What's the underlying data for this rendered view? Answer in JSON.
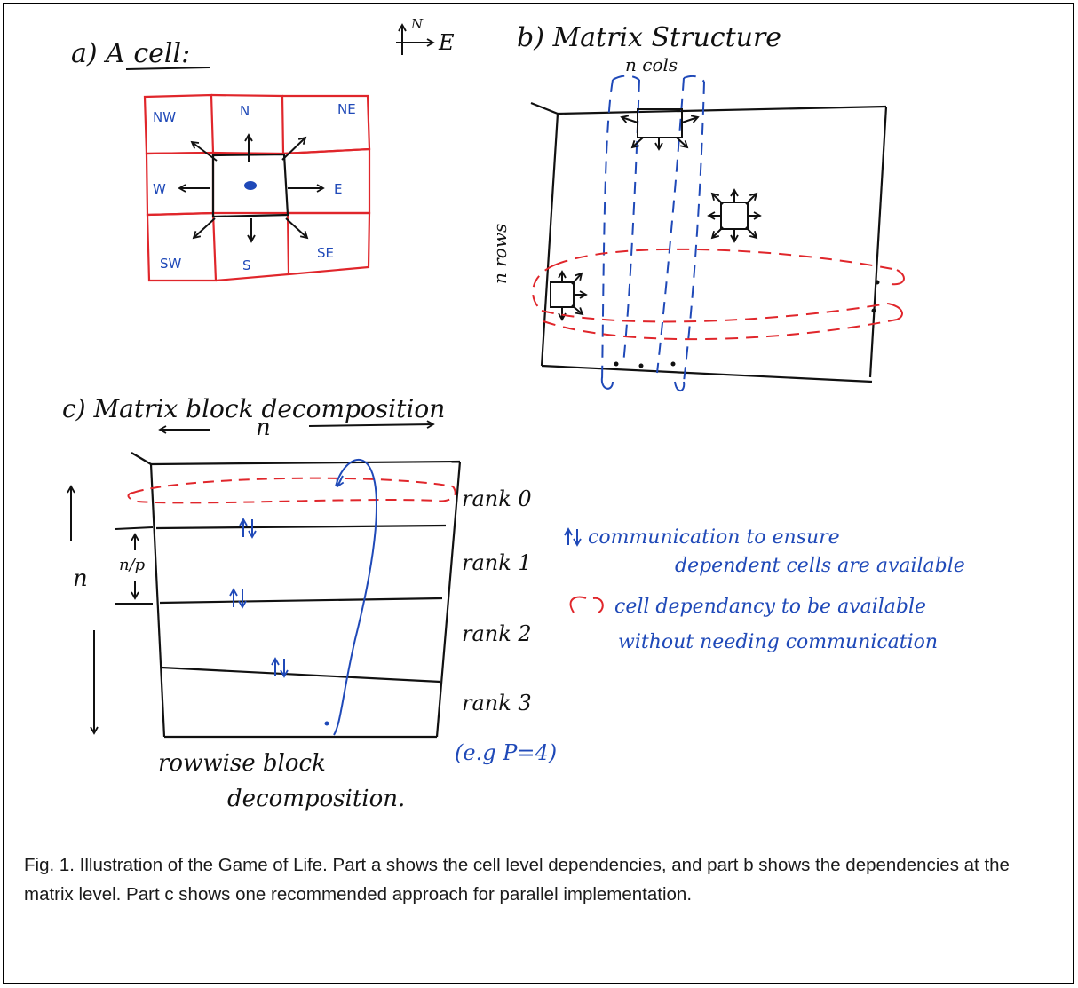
{
  "colors": {
    "ink_black": "#111111",
    "ink_blue": "#1f49b8",
    "ink_red": "#e0262b"
  },
  "compass": {
    "north": "N",
    "east": "E"
  },
  "part_a": {
    "title": "a) A cell:",
    "neighbors": [
      "NW",
      "N",
      "NE",
      "W",
      "E",
      "SW",
      "S",
      "SE"
    ]
  },
  "part_b": {
    "title": "b) Matrix Structure",
    "cols_label": "n cols",
    "rows_label": "n rows"
  },
  "part_c": {
    "title": "c) Matrix block decomposition",
    "width_label": "n",
    "height_label": "n",
    "block_label": "n/p",
    "ranks": [
      "rank 0",
      "rank 1",
      "rank 2",
      "rank 3"
    ],
    "example": "(e.g P=4)",
    "footer": "rowwise block",
    "footer2": "decomposition."
  },
  "legend": {
    "comm_line1": "communication to ensure",
    "comm_line2": "dependent cells are available",
    "dep_line1": "cell dependancy to be available",
    "dep_line2": "without needing communication"
  },
  "caption": "Fig. 1. Illustration of the Game of Life. Part a shows the cell level dependencies, and part b shows the dependencies at the matrix level. Part c shows one recommended approach for parallel implementation."
}
